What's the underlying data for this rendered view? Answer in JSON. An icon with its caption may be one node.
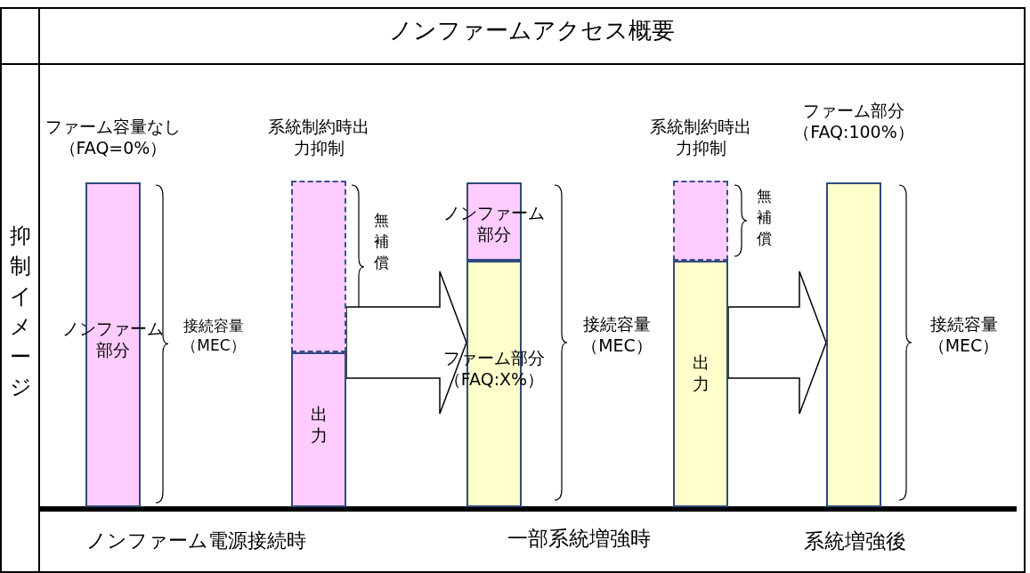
{
  "diagram": {
    "title": "ノンファームアクセス概要",
    "nodes": [
      {
        "text": [
          "ファーム容量なし（FAQ=0%）",
          "ノンファーム部分"
        ]
      },
      {
        "text": [
          "系統制約時出力抑制"
        ]
      },
      {
        "text": [
          "出力"
        ]
      },
      {
        "text": [
          "ノンファーム部分"
        ]
      },
      {
        "text": [
          "ファーム部分（FAQ:X%）"
        ]
      },
      {
        "text": [
          "系統制約時出力抑制"
        ]
      },
      {
        "text": [
          "出力"
        ]
      },
      {
        "text": [
          "ファーム部分（FAQ:100%）"
        ]
      }
    ],
    "edges": [
      {
        "from": 2,
        "to": 4,
        "arrow": "to"
      },
      {
        "from": 6,
        "to": 7,
        "arrow": "to"
      }
    ],
    "labels": [
      "抑制イメージ",
      "接続容量（MEC）",
      "無補償",
      "接続容量（MEC）",
      "無補償",
      "接続容量（MEC）",
      "ノンファーム電源接続時",
      "一部系統増強時",
      "系統増強後"
    ]
  }
}
